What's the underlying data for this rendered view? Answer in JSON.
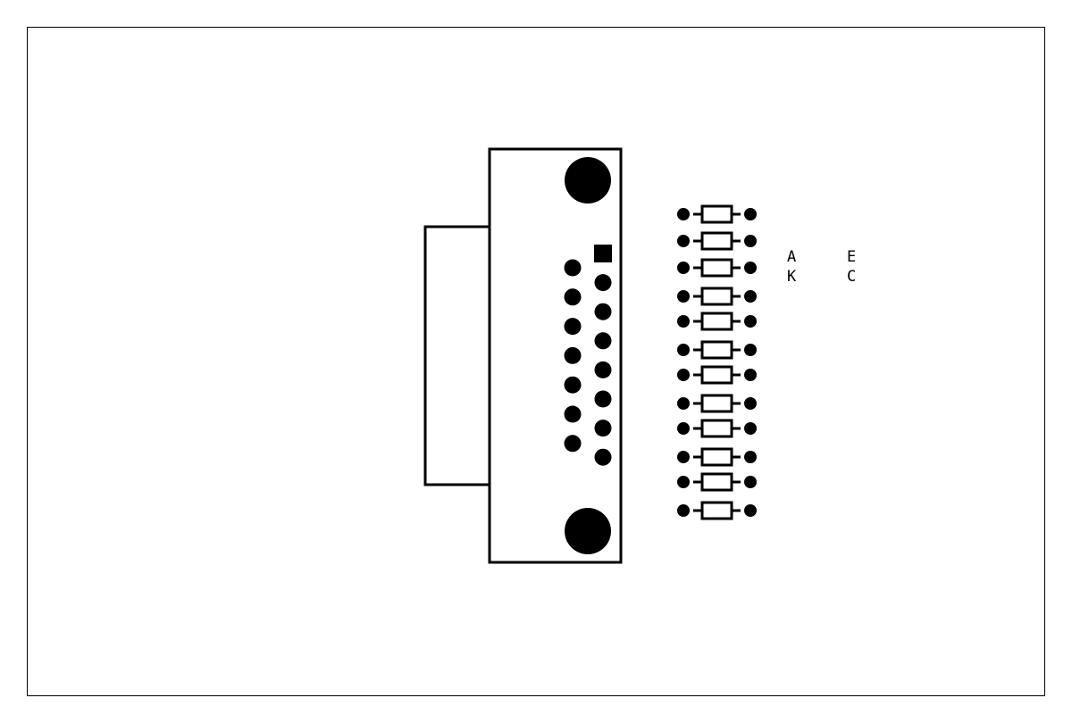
{
  "colors": {
    "background": "#ffffff",
    "ink": "#000000"
  },
  "connector": {
    "pin_count": 15,
    "top_row_pins": 8,
    "bottom_row_pins": 7,
    "pin1_marker": "square-pad"
  },
  "resistor_array": {
    "count": 12
  },
  "labels": {
    "col1": [
      "A",
      "K"
    ],
    "col2": [
      "E",
      "C"
    ]
  }
}
